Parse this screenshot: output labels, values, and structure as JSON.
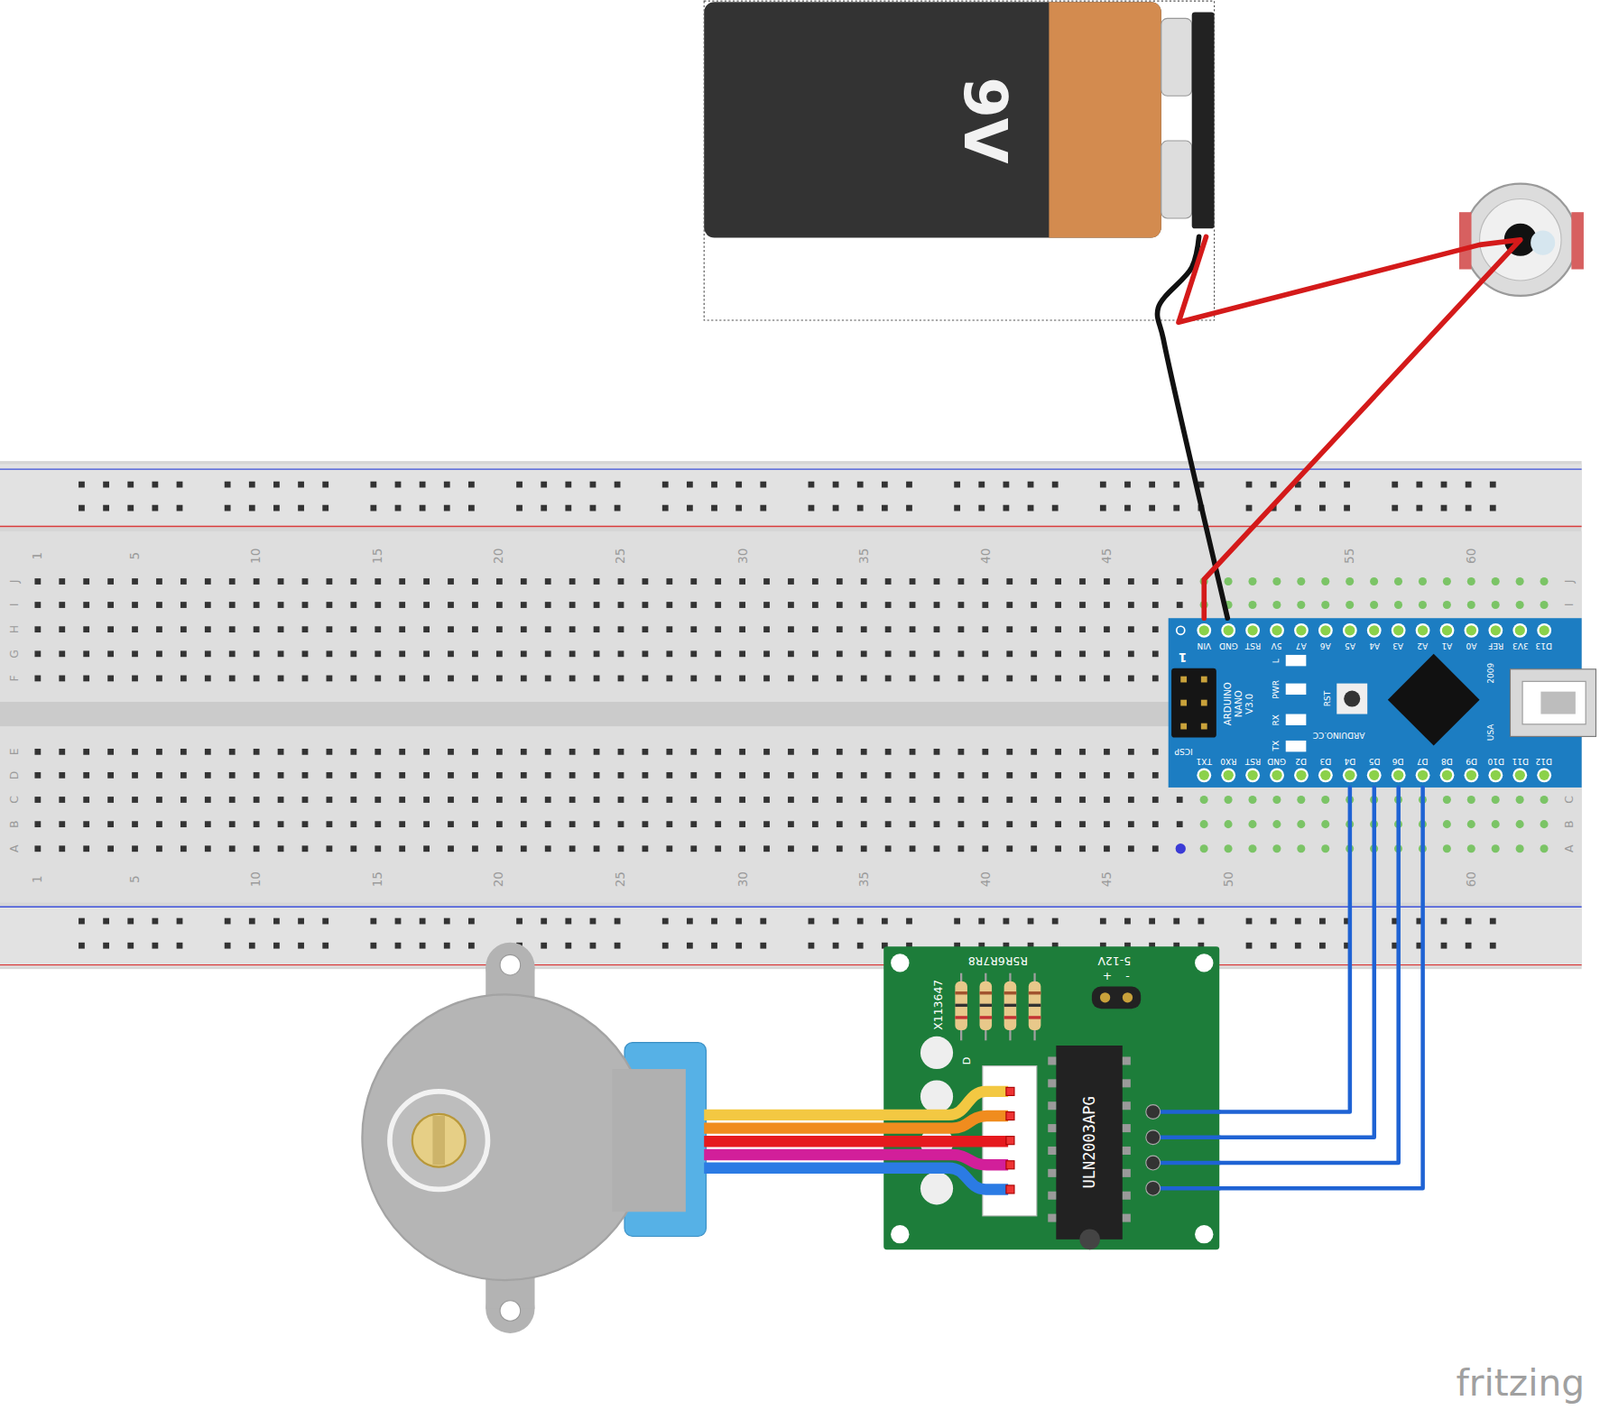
{
  "diagram": {
    "nodes": [
      {
        "text": [
          "9V"
        ]
      },
      {
        "text": [
          "ARDUINO NANO V3.0"
        ]
      },
      {
        "text": [
          "X113647"
        ]
      },
      {
        "text": [
          "ULN2003APG"
        ],
        "in": 2
      }
    ],
    "edges": [
      {
        "from": 0,
        "to": 1,
        "arrow": "none"
      },
      {
        "from": 0,
        "to": 1,
        "arrow": "none"
      },
      {
        "from": 1,
        "to": 2,
        "arrow": "none"
      },
      {
        "from": 1,
        "to": 2,
        "arrow": "none"
      },
      {
        "from": 1,
        "to": 2,
        "arrow": "none"
      },
      {
        "from": 1,
        "to": 2,
        "arrow": "none"
      }
    ],
    "labels": [
      "1",
      "5",
      "10",
      "15",
      "20",
      "25",
      "30",
      "35",
      "40",
      "45",
      "55",
      "60",
      "J",
      "I",
      "H",
      "G",
      "F",
      "E",
      "D",
      "C",
      "B",
      "A",
      "J",
      "I",
      "C",
      "B",
      "A",
      "1",
      "5",
      "10",
      "15",
      "20",
      "25",
      "30",
      "35",
      "40",
      "45",
      "50",
      "60",
      "VIN",
      "GND",
      "RST",
      "5V",
      "A7",
      "A6",
      "A5",
      "A4",
      "A3",
      "A2",
      "A1",
      "A0",
      "REF",
      "3V3",
      "D13",
      "TX1",
      "RX0",
      "RST",
      "GND",
      "D2",
      "D3",
      "D4",
      "D5",
      "D6",
      "D7",
      "D8",
      "D9",
      "D10",
      "D11",
      "D12",
      "1",
      "ICSP",
      "L",
      "PWR",
      "RX",
      "TX",
      "RST",
      "ARDUINO.CC",
      "2009",
      "USA",
      "R5R6R7R8",
      "5-12V",
      "+",
      "-",
      "D",
      "fritzing"
    ]
  }
}
